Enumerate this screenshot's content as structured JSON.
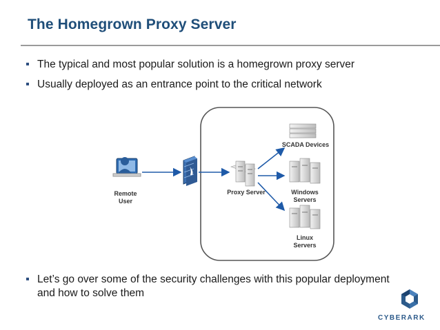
{
  "slide": {
    "title": "The Homegrown Proxy Server",
    "bullets": [
      "The typical and most popular solution is a homegrown proxy server",
      "Usually deployed as an entrance point to the critical network",
      "Let’s go over some of the security challenges with this popular deployment and how to solve them"
    ]
  },
  "diagram": {
    "remote_user_line1": "Remote",
    "remote_user_line2": "User",
    "proxy_server": "Proxy Server",
    "scada_devices": "SCADA Devices",
    "windows_line1": "Windows",
    "windows_line2": "Servers",
    "linux_line1": "Linux",
    "linux_line2": "Servers"
  },
  "logo": {
    "brand": "CYBERARK"
  },
  "colors": {
    "title": "#1f4e79",
    "bullet": "#2e4f80",
    "logo": "#2c5a8a"
  }
}
